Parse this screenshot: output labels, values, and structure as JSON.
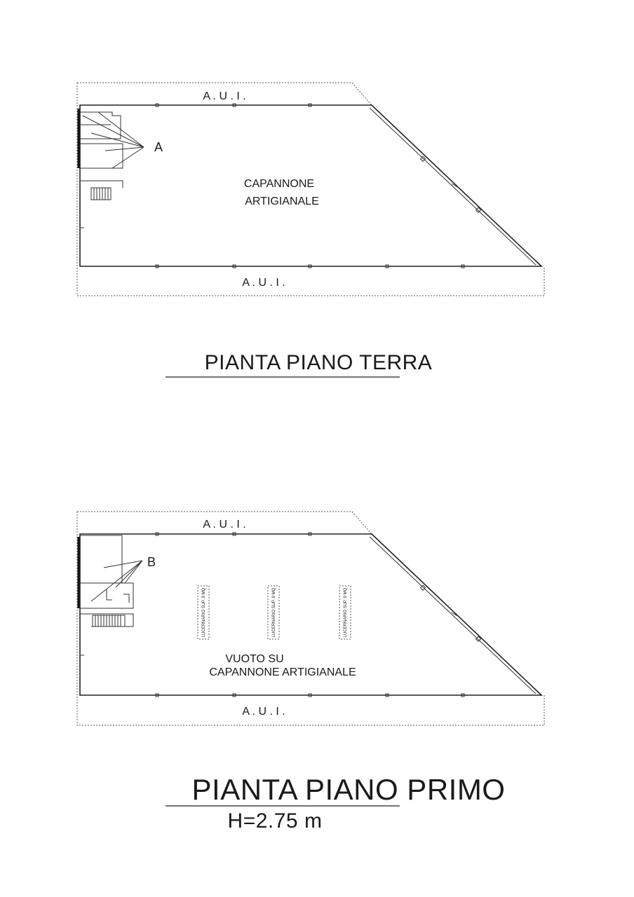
{
  "plan_ground": {
    "title": "PIANTA PIANO TERRA",
    "aui_top": "A . U . I .",
    "aui_bottom": "A . U . I .",
    "room_label_line1": "CAPANNONE",
    "room_label_line2": "ARTIGIANALE",
    "marker": "A"
  },
  "plan_first": {
    "title": "PIANTA PIANO PRIMO",
    "subtitle": "H=2.75 m",
    "aui_top": "A . U . I .",
    "aui_bottom": "A . U . I .",
    "room_label_line1": "VUOTO SU",
    "room_label_line2": "CAPANNONE ARTIGIANALE",
    "marker": "B",
    "skylights": [
      {
        "label": "LUCERNARIO SUP. 9 MQ"
      },
      {
        "label": "LUCERNARIO SUP. 9 MQ"
      },
      {
        "label": "LUCERNARIO SUP. 9 MQ"
      }
    ]
  }
}
